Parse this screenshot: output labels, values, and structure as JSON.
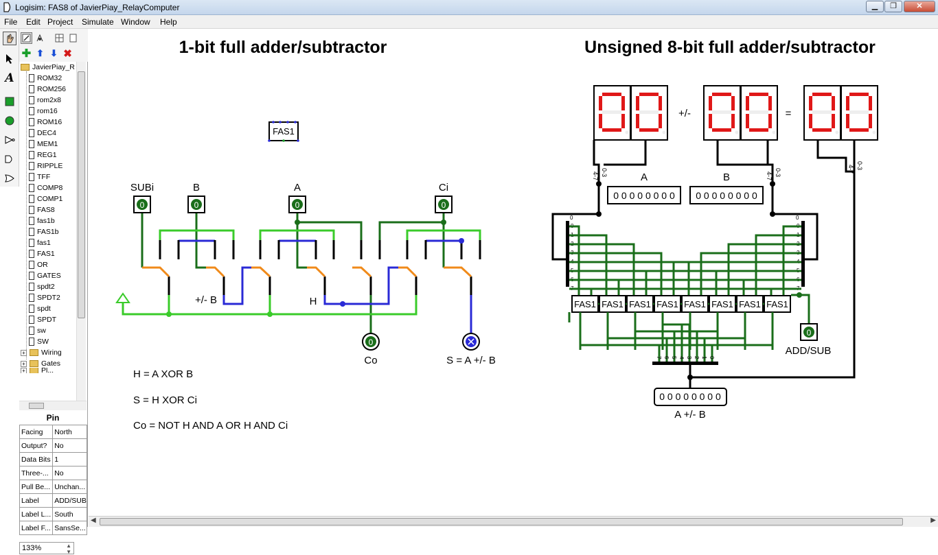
{
  "window": {
    "title": "Logisim: FAS8 of JavierPiay_RelayComputer",
    "min_label": "▁",
    "max_label": "❐",
    "close_label": "✕"
  },
  "menu": [
    "File",
    "Edit",
    "Project",
    "Simulate",
    "Window",
    "Help"
  ],
  "tree": {
    "root": "JavierPiay_R",
    "items": [
      "ROM32",
      "ROM256",
      "rom2x8",
      "rom16",
      "ROM16",
      "DEC4",
      "MEM1",
      "REG1",
      "RIPPLE",
      "TFF",
      "COMP8",
      "COMP1",
      "FAS8",
      "fas1b",
      "FAS1b",
      "fas1",
      "FAS1",
      "OR",
      "GATES",
      "spdt2",
      "SPDT2",
      "spdt",
      "SPDT",
      "sw",
      "SW"
    ],
    "libraries": [
      "Wiring",
      "Gates",
      "Pl..."
    ]
  },
  "properties": {
    "title": "Pin",
    "rows": [
      {
        "key": "Facing",
        "value": "North"
      },
      {
        "key": "Output?",
        "value": "No"
      },
      {
        "key": "Data Bits",
        "value": "1"
      },
      {
        "key": "Three-...",
        "value": "No"
      },
      {
        "key": "Pull Be...",
        "value": "Unchan..."
      },
      {
        "key": "Label",
        "value": "ADD/SUB"
      },
      {
        "key": "Label L...",
        "value": "South"
      },
      {
        "key": "Label F...",
        "value": "SansSe..."
      }
    ]
  },
  "zoom": "133%",
  "circuit": {
    "left_title": "1-bit full adder/subtractor",
    "right_title": "Unsigned 8-bit full adder/subtractor",
    "fas1_label": "FAS1",
    "pins": {
      "subi": "SUBi",
      "b": "B",
      "a": "A",
      "ci": "Ci",
      "pin_value": "0",
      "co": "Co",
      "s": "S = A +/- B"
    },
    "mid_labels": {
      "pm_b": "+/- B",
      "h": "H"
    },
    "equations": [
      "H = A XOR B",
      "S = H XOR Ci",
      "Co = NOT H AND A OR H AND Ci"
    ],
    "right": {
      "plus_minus": "+/-",
      "equals": "=",
      "reg_a_label": "A",
      "reg_b_label": "B",
      "reg_a_value": "0 0 0 0 0 0 0 0",
      "reg_b_value": "0 0 0 0 0 0 0 0",
      "result_value": "0 0 0 0 0 0 0 0",
      "result_label": "A +/- B",
      "addsub_label": "ADD/SUB",
      "addsub_value": "0",
      "fas_cells": [
        "FAS1",
        "FAS1",
        "FAS1",
        "FAS1",
        "FAS1",
        "FAS1",
        "FAS1",
        "FAS1"
      ],
      "bit_indices": [
        "0",
        "1",
        "2",
        "3",
        "4",
        "5",
        "6",
        "7"
      ],
      "bottom_bits": [
        "7",
        "6",
        "5",
        "4",
        "3",
        "2",
        "1",
        "0"
      ],
      "splitter_hi": "4-7",
      "splitter_lo": "0-3"
    }
  }
}
